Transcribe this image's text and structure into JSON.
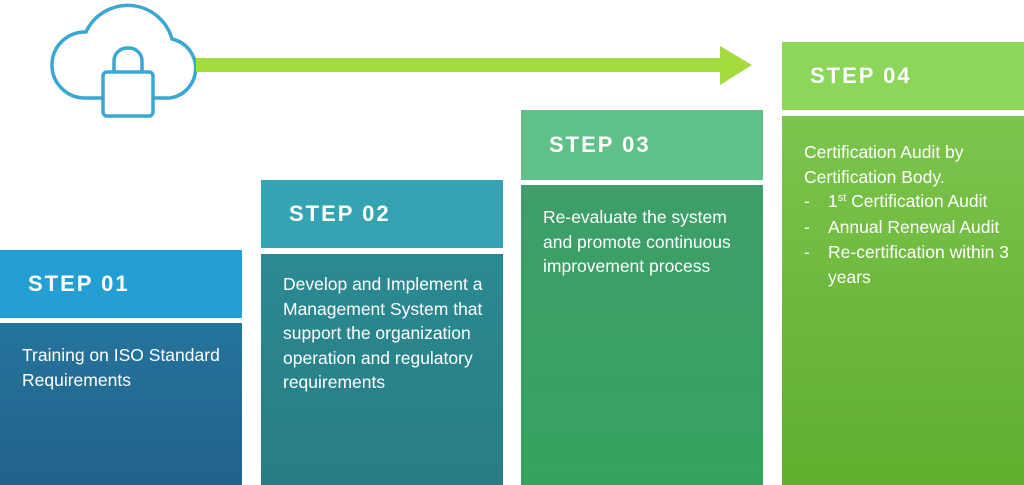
{
  "colors": {
    "step1_header": "#239fd3",
    "step1_body": "#21628b",
    "step2_header": "#34a3b2",
    "step2_body": "#2a7c83",
    "step3_header": "#5fc088",
    "step3_body": "#35a35f",
    "step4_header": "#8cd65a",
    "step4_body": "#5fae2e",
    "arrow": "#a4dc3e",
    "icon": "#3aa6d2"
  },
  "icon": "cloud-lock-icon",
  "steps": [
    {
      "title": "STEP 01",
      "text": "Training on ISO Standard Requirements"
    },
    {
      "title": "STEP 02",
      "text": "Develop and Implement a Management System that support the organization operation and regulatory requirements"
    },
    {
      "title": "STEP 03",
      "text": "Re-evaluate the system and promote continuous improvement process"
    },
    {
      "title": "STEP 04",
      "text": "Certification Audit by Certification Body.",
      "items": [
        {
          "dash": "-",
          "ordinal": "1",
          "sup": "st",
          "text": " Certification Audit"
        },
        {
          "dash": "-",
          "text": "Annual Renewal Audit"
        },
        {
          "dash": "-",
          "text": "Re-certification within 3 years"
        }
      ]
    }
  ]
}
